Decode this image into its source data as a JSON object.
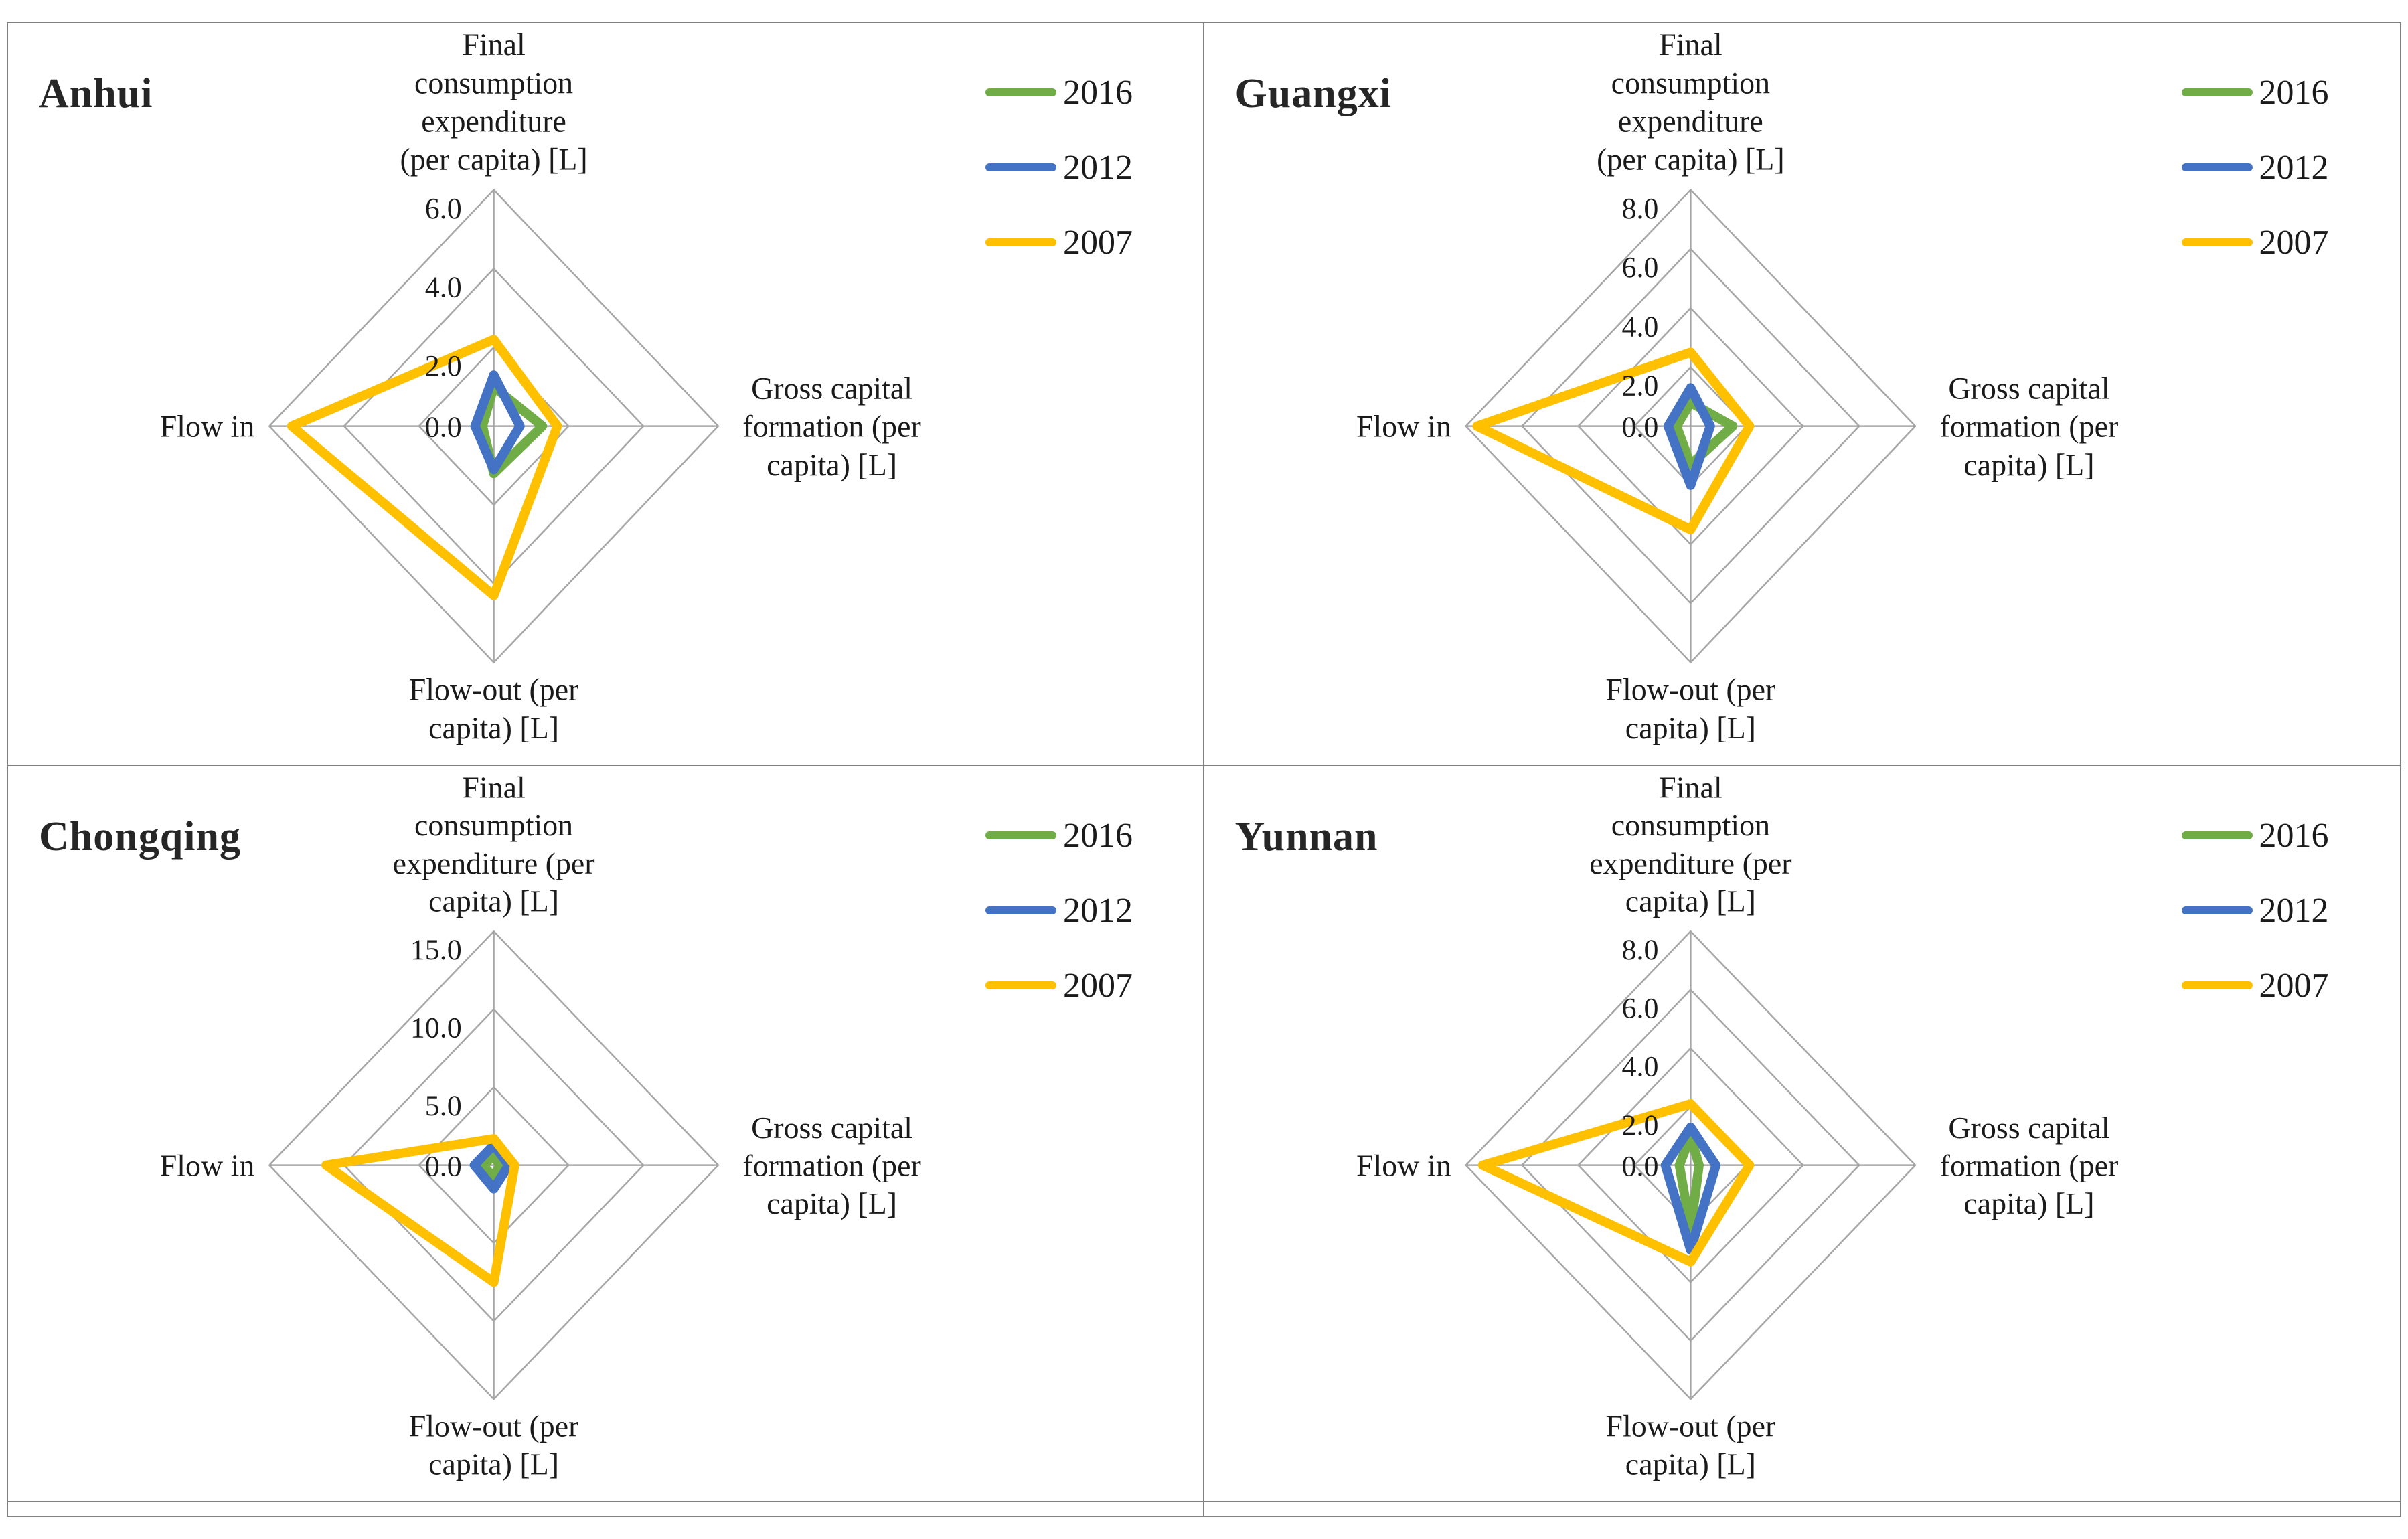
{
  "figure": {
    "description": "2x2 grid of radar charts comparing per-capita virtual water indicators for four Chinese provinces in 2007, 2012 and 2016"
  },
  "legend": {
    "items": [
      {
        "label": "2016",
        "color": "#70AD47"
      },
      {
        "label": "2012",
        "color": "#4472C4"
      },
      {
        "label": "2007",
        "color": "#FFC000"
      }
    ]
  },
  "colors": {
    "grid": "#A6A6A6",
    "panel_border": "#808080",
    "text": "#1A1A1A",
    "series_2016": "#70AD47",
    "series_2012": "#4472C4",
    "series_2007": "#FFC000"
  },
  "chart_data": [
    {
      "type": "radar",
      "title": "Anhui",
      "axis_range": [
        0,
        6
      ],
      "axis_step": 2,
      "tick_labels": [
        "0.0",
        "2.0",
        "4.0",
        "6.0"
      ],
      "category_order": [
        "top",
        "right",
        "bottom",
        "left"
      ],
      "axes": {
        "top": {
          "label": "Final consumption expenditure (per capita) [L]",
          "lines": [
            "Final",
            "consumption",
            "expenditure",
            "(per capita) [L]"
          ]
        },
        "right": {
          "label": "Gross capital formation (per capita) [L]",
          "lines": [
            "Gross capital",
            "formation (per",
            "capita) [L]"
          ]
        },
        "bottom": {
          "label": "Flow-out (per capita) [L]",
          "lines": [
            "Flow-out (per",
            "capita) [L]"
          ]
        },
        "left": {
          "label": "Flow in",
          "lines": [
            "Flow in"
          ]
        }
      },
      "series": [
        {
          "name": "2016",
          "color": "#70AD47",
          "values": [
            1.0,
            1.3,
            1.2,
            0.3
          ]
        },
        {
          "name": "2012",
          "color": "#4472C4",
          "values": [
            1.3,
            0.7,
            1.1,
            0.5
          ]
        },
        {
          "name": "2007",
          "color": "#FFC000",
          "values": [
            2.2,
            1.7,
            4.3,
            5.4
          ]
        }
      ]
    },
    {
      "type": "radar",
      "title": "Guangxi",
      "axis_range": [
        0,
        8
      ],
      "axis_step": 2,
      "tick_labels": [
        "0.0",
        "2.0",
        "4.0",
        "6.0",
        "8.0"
      ],
      "category_order": [
        "top",
        "right",
        "bottom",
        "left"
      ],
      "axes": {
        "top": {
          "label": "Final consumption expenditure (per capita) [L]",
          "lines": [
            "Final",
            "consumption",
            "expenditure",
            "(per capita) [L]"
          ]
        },
        "right": {
          "label": "Gross capital formation (per capita) [L]",
          "lines": [
            "Gross capital",
            "formation (per",
            "capita) [L]"
          ]
        },
        "bottom": {
          "label": "Flow-out (per capita) [L]",
          "lines": [
            "Flow-out (per",
            "capita) [L]"
          ]
        },
        "left": {
          "label": "Flow in",
          "lines": [
            "Flow in"
          ]
        }
      },
      "series": [
        {
          "name": "2016",
          "color": "#70AD47",
          "values": [
            0.8,
            1.5,
            1.3,
            0.5
          ]
        },
        {
          "name": "2012",
          "color": "#4472C4",
          "values": [
            1.3,
            0.7,
            2.0,
            0.8
          ]
        },
        {
          "name": "2007",
          "color": "#FFC000",
          "values": [
            2.5,
            2.1,
            3.5,
            7.6
          ]
        }
      ]
    },
    {
      "type": "radar",
      "title": "Chongqing",
      "axis_range": [
        0,
        15
      ],
      "axis_step": 5,
      "tick_labels": [
        "0.0",
        "5.0",
        "10.0",
        "15.0"
      ],
      "category_order": [
        "top",
        "right",
        "bottom",
        "left"
      ],
      "axes": {
        "top": {
          "label": "Final consumption expenditure (per capita) [L]",
          "lines": [
            "Final",
            "consumption",
            "expenditure (per",
            "capita) [L]"
          ]
        },
        "right": {
          "label": "Gross capital formation (per capita) [L]",
          "lines": [
            "Gross capital",
            "formation (per",
            "capita) [L]"
          ]
        },
        "bottom": {
          "label": "Flow-out (per capita) [L]",
          "lines": [
            "Flow-out (per",
            "capita) [L]"
          ]
        },
        "left": {
          "label": "Flow in",
          "lines": [
            "Flow in"
          ]
        }
      },
      "series": [
        {
          "name": "2016",
          "color": "#70AD47",
          "values": [
            0.6,
            0.4,
            0.8,
            0.7
          ]
        },
        {
          "name": "2012",
          "color": "#4472C4",
          "values": [
            1.3,
            1.0,
            1.5,
            1.3
          ]
        },
        {
          "name": "2007",
          "color": "#FFC000",
          "values": [
            1.7,
            1.4,
            7.5,
            11.2
          ]
        }
      ]
    },
    {
      "type": "radar",
      "title": "Yunnan",
      "axis_range": [
        0,
        8
      ],
      "axis_step": 2,
      "tick_labels": [
        "0.0",
        "2.0",
        "4.0",
        "6.0",
        "8.0"
      ],
      "category_order": [
        "top",
        "right",
        "bottom",
        "left"
      ],
      "axes": {
        "top": {
          "label": "Final consumption expenditure (per capita) [L]",
          "lines": [
            "Final",
            "consumption",
            "expenditure (per",
            "capita) [L]"
          ]
        },
        "right": {
          "label": "Gross capital formation (per capita) [L]",
          "lines": [
            "Gross capital",
            "formation (per",
            "capita) [L]"
          ]
        },
        "bottom": {
          "label": "Flow-out (per capita) [L]",
          "lines": [
            "Flow-out (per",
            "capita) [L]"
          ]
        },
        "left": {
          "label": "Flow in",
          "lines": [
            "Flow in"
          ]
        }
      },
      "series": [
        {
          "name": "2016",
          "color": "#70AD47",
          "values": [
            1.0,
            0.3,
            2.2,
            0.4
          ]
        },
        {
          "name": "2012",
          "color": "#4472C4",
          "values": [
            1.3,
            0.9,
            2.9,
            0.9
          ]
        },
        {
          "name": "2007",
          "color": "#FFC000",
          "values": [
            2.1,
            2.1,
            3.3,
            7.4
          ]
        }
      ]
    }
  ]
}
